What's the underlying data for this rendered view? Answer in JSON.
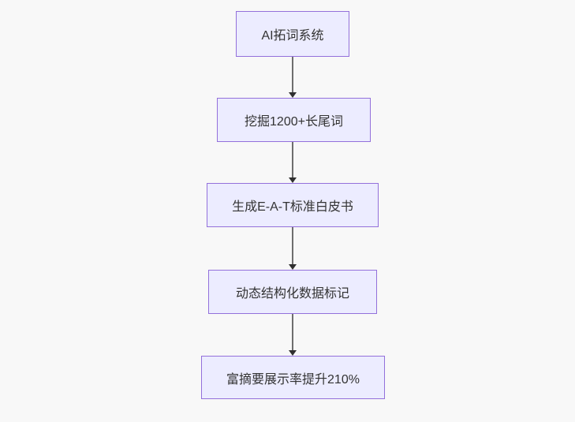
{
  "diagram": {
    "type": "flowchart",
    "direction": "top-down",
    "nodes": [
      {
        "label": "AI拓词系统"
      },
      {
        "label": "挖掘1200+长尾词"
      },
      {
        "label": "生成E-A-T标准白皮书"
      },
      {
        "label": "动态结构化数据标记"
      },
      {
        "label": "富摘要展示率提升210%"
      }
    ],
    "edges": [
      {
        "from": "AI拓词系统",
        "to": "挖掘1200+长尾词"
      },
      {
        "from": "挖掘1200+长尾词",
        "to": "生成E-A-T标准白皮书"
      },
      {
        "from": "生成E-A-T标准白皮书",
        "to": "动态结构化数据标记"
      },
      {
        "from": "动态结构化数据标记",
        "to": "富摘要展示率提升210%"
      }
    ],
    "colors": {
      "node_fill": "#ECECFF",
      "node_border": "#9370DB",
      "edge_line": "#6e6e6e",
      "arrowhead": "#2f2f2f",
      "text": "#333333",
      "background": "#f8f8f8"
    }
  }
}
